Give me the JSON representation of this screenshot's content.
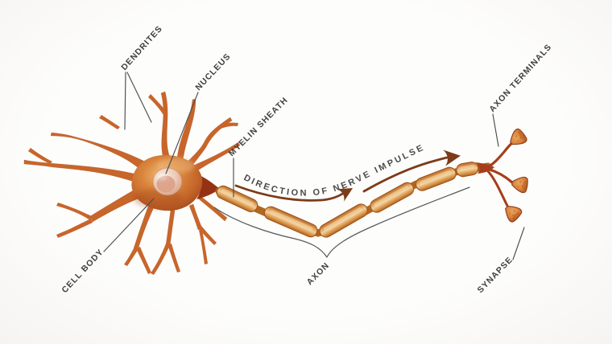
{
  "diagram": {
    "subject": "neuron-anatomy",
    "labels": {
      "dendrites": "DENDRITES",
      "nucleus": "NUCLEUS",
      "myelin_sheath": "MYELIN SHEATH",
      "axon_terminals": "AXON TERMINALS",
      "cell_body": "CELL BODY",
      "axon": "AXON",
      "synapse": "SYNAPSE",
      "direction": "DIRECTION OF NERVE IMPULSE"
    }
  },
  "colors": {
    "bg": "#fbfaf9",
    "label": "#3e3e3e",
    "leader": "#4d4d4d",
    "brace": "#5a5a5a",
    "impulse": "#4a4a4a",
    "arrow": "#7c3b19",
    "dendrite": "#c8652a",
    "dendrite_dark": "#a84e1a",
    "body_edge": "#a14517",
    "body_deep": "#963214",
    "myelin_outline": "#a3581d",
    "axon_tube": "#b2661f",
    "branch": "#a63e1b",
    "knob_dark": "#8f3d16"
  }
}
